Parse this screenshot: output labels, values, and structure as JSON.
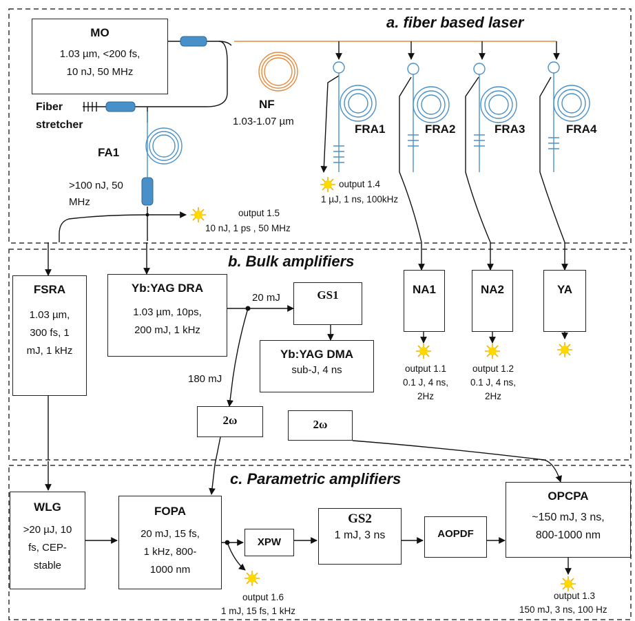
{
  "colors": {
    "fiber": "#4a90c8",
    "oscillator_fiber": "#e8893a",
    "sun": "#ffd800",
    "sun_ray": "#f0b400",
    "line": "#111111"
  },
  "sections": {
    "a": "a. fiber based laser",
    "b": "b.  Bulk amplifiers",
    "c": "c.  Parametric amplifiers"
  },
  "fiber_section": {
    "mo": {
      "title": "MO",
      "desc": "1.03 µm, <200 fs,\n10 nJ, 50 MHz"
    },
    "fiber_stretcher": "Fiber\nstretcher",
    "nf": "NF",
    "nf_band": "1.03-1.07 µm",
    "fa1": "FA1",
    "fa1_spec": ">100 nJ,  50\nMHz",
    "fra": [
      "FRA1",
      "FRA2",
      "FRA3",
      "FRA4"
    ],
    "output_1_4": {
      "name": "output 1.4",
      "spec": "1 µJ, 1 ns, 100kHz"
    },
    "output_1_5": {
      "name": "output  1.5",
      "spec": "10 nJ, 1 ps , 50 MHz"
    }
  },
  "bulk_section": {
    "fsra": {
      "title": "FSRA",
      "desc": "1.03 µm,\n300 fs, 1\nmJ, 1 kHz"
    },
    "dra": {
      "title": "Yb:YAG DRA",
      "desc": "1.03 µm, 10ps,\n200 mJ, 1 kHz"
    },
    "gs1": "GS1",
    "dma": {
      "title": "Yb:YAG DMA",
      "desc": "sub-J, 4 ns"
    },
    "na1": "NA1",
    "na2": "NA2",
    "ya": "YA",
    "label_20mj": "20 mJ",
    "label_180mj": "180 mJ",
    "shg_left": "2ω",
    "shg_right": "2ω",
    "output_1_1": "output 1.1\n0.1 J, 4 ns,\n2Hz",
    "output_1_2": "output 1.2\n0.1 J, 4 ns,\n2Hz"
  },
  "parametric_section": {
    "wlg": {
      "title": "WLG",
      "desc": ">20 µJ, 10\nfs, CEP-\nstable"
    },
    "fopa": {
      "title": "FOPA",
      "desc": "20 mJ,  15 fs,\n1 kHz, 800-\n1000 nm"
    },
    "xpw": "XPW",
    "gs2": {
      "title": "GS2",
      "desc": "1 mJ, 3 ns"
    },
    "aopdf": "AOPDF",
    "opcpa": {
      "title": "OPCPA",
      "desc": "~150 mJ, 3 ns,\n800-1000 nm"
    },
    "output_1_6": {
      "name": "output 1.6",
      "spec": "1 mJ, 15 fs, 1 kHz"
    },
    "output_1_3": {
      "name": "output 1.3",
      "spec": "150 mJ, 3 ns, 100 Hz"
    }
  }
}
